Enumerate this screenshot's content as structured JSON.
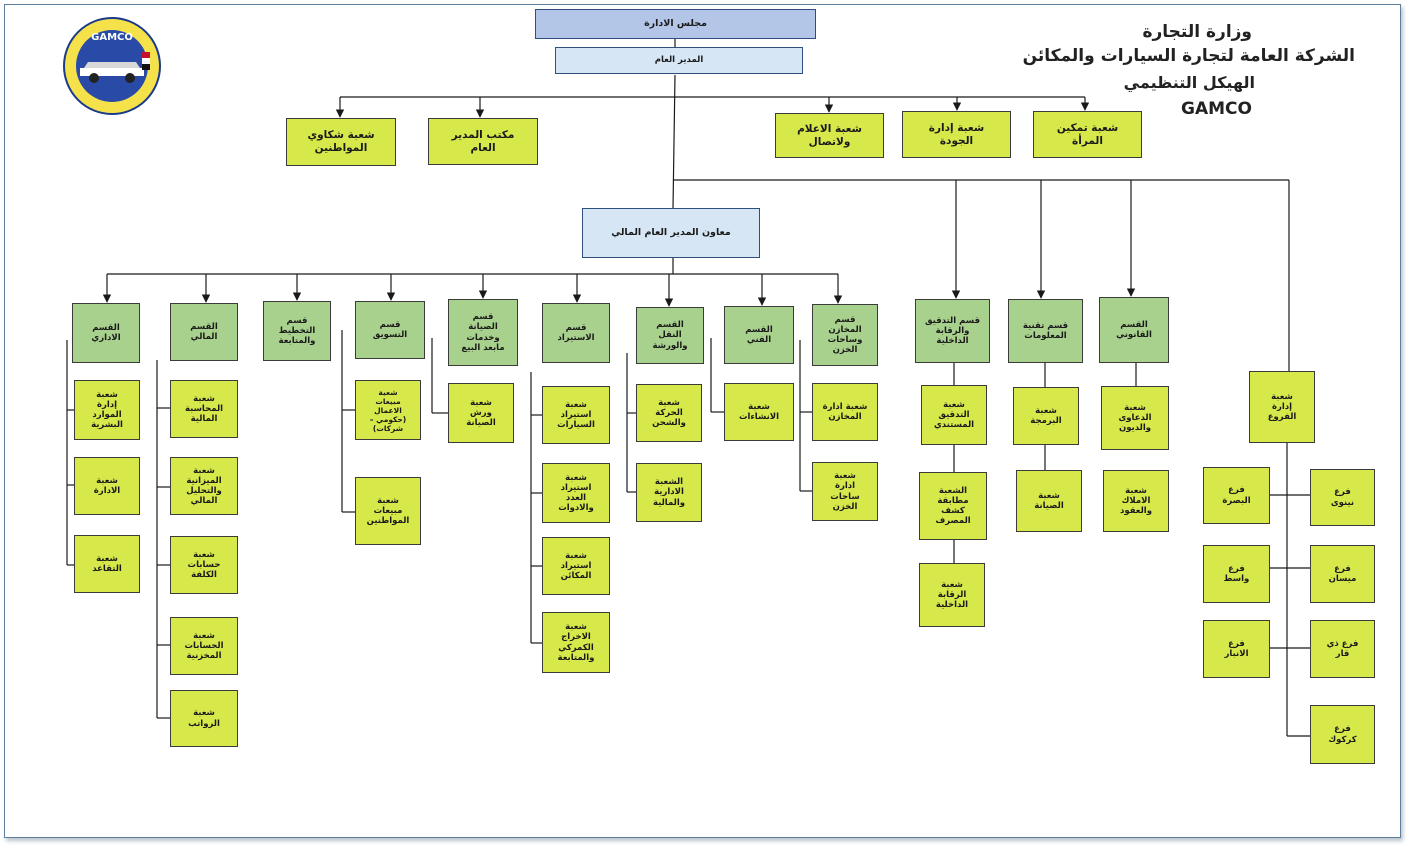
{
  "header": {
    "ministry": "وزارة التجارة",
    "company": "الشركة العامة لتجارة السيارات والمكائن",
    "chart_name": "الهيكل التنظيمي",
    "acronym": "GAMCO"
  },
  "logo": {
    "text": "GAMCO"
  },
  "colors": {
    "box_green": "#d7e84b",
    "header_green": "#a9d18e",
    "board_blue": "#b4c6e7",
    "manager_blue": "#d6e6f5",
    "line": "#1a1a1a",
    "frame": "#5f7f9f"
  },
  "top": {
    "board": "مجلس الادارة",
    "gm": "المدير العام",
    "deputy": "معاون المدير العام المالي"
  },
  "gm_units": {
    "complaints": "شعبة شكاوي\nالمواطنين",
    "office": "مكتب المدير\nالعام",
    "media": "شعبة الاعلام\nولاتصال",
    "quality": "شعبة إدارة\nالجودة",
    "women": "شعبة تمكين\nالمرأة"
  },
  "depts": {
    "admin": "القسم\nالاداري",
    "finance": "القسم\nالمالي",
    "planning": "قسم\nالتخطيط\nوالمتابعة",
    "marketing": "قسم\nالتسويق",
    "maintenance": "قسم\nالصيانة\nوخدمات\nمابعد البيع",
    "import": "قسم\nالاستيراد",
    "transport": "القسم\nالنقل\nوالورشة",
    "technical": "القسم\nالفني",
    "stores": "قسم\nالمخازن\nوساحات\nالخزن",
    "audit": "قسم التدقيق\nوالرقابة\nالداخلية",
    "it": "قسم تقنية\nالمعلومات",
    "legal": "القسم\nالقانوني",
    "branches_mgmt": "شعبة\nإدارة\nالفروع"
  },
  "subs": {
    "admin": [
      "شعبة\nإدارة\nالموارد\nالبشرية",
      "شعبة\nالادارة",
      "شعبة\nالتقاعد"
    ],
    "finance": [
      "شعبة\nالمحاسبة\nالمالية",
      "شعبة\nالميزانية\nوالتحليل\nالمالي",
      "شعبة\nحسابات\nالكلفة",
      "شعبة\nالحسابات\nالمخزنية",
      "شعبة\nالرواتب"
    ],
    "marketing": [
      "شعبة\nمبيعات\nالاعمال\n(حكومي –\nشركات)",
      "شعبة\nمبيعات\nالمواطنين"
    ],
    "maintenance": [
      "شعبة\nورش\nالصيانة"
    ],
    "import": [
      "شعبة\nاستيراد\nالسيارات",
      "شعبة\nاستيراد\nالعدد\nوالادوات",
      "شعبة\nاستيراد\nالمكائن",
      "شعبة\nالاخراج\nالكمركي\nوالمتابعة"
    ],
    "transport": [
      "شعبة\nالحركة\nوالشحن",
      "الشعبة\nالادارية\nوالمالية"
    ],
    "technical": [
      "شعبة\nالانشاءات"
    ],
    "stores": [
      "شعبة ادارة\nالمخازن",
      "شعبة\nادارة\nساحات\nالخزن"
    ],
    "audit": [
      "شعبة\nالتدقيق\nالمستندي",
      "الشعبة\nمطابقة\nكشف\nالمصرف",
      "شعبة\nالرقابة\nالداخلية"
    ],
    "it": [
      "شعبة\nالبرمجة",
      "شعبة\nالصيانة"
    ],
    "legal": [
      "شعبة\nالدعاوى\nوالديون",
      "شعبة\nالاملاك\nوالعقود"
    ]
  },
  "branches": {
    "left": [
      "فرع\nالبصرة",
      "فرع\nواسط",
      "فرع\nالانبار"
    ],
    "right": [
      "فرع\nنينوى",
      "فرع\nميسان",
      "فرع ذي\nقار",
      "فرع\nكركوك"
    ]
  }
}
